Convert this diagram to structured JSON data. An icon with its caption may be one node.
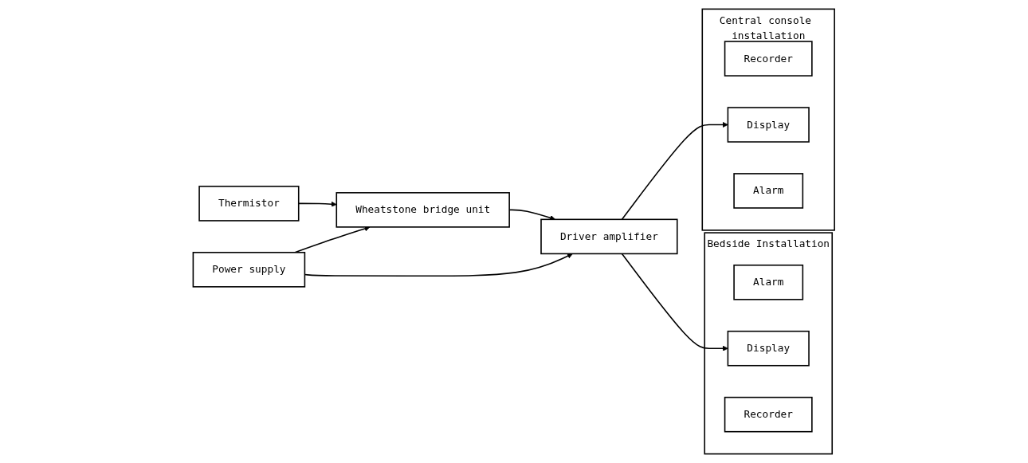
{
  "diagram": {
    "nodes": [
      {
        "text": [
          "Thermistor"
        ]
      },
      {
        "text": [
          "Wheatstone bridge unit"
        ]
      },
      {
        "text": [
          "Driver amplifier"
        ]
      },
      {
        "text": [
          "Power supply"
        ]
      },
      {
        "text": [
          "Bedside Installation"
        ]
      },
      {
        "text": [
          "Alarm"
        ],
        "in": 4
      },
      {
        "text": [
          "Display"
        ],
        "in": 4
      },
      {
        "text": [
          "Recorder"
        ],
        "in": 4
      },
      {
        "text": [
          "Central console installation"
        ]
      },
      {
        "text": [
          "Recorder"
        ],
        "in": 8
      },
      {
        "text": [
          "Display"
        ],
        "in": 8
      },
      {
        "text": [
          "Alarm"
        ],
        "in": 8
      }
    ],
    "edges": [
      {
        "from": 0,
        "to": 1,
        "arrow": "to"
      },
      {
        "from": 1,
        "to": 2,
        "arrow": "to"
      },
      {
        "from": 3,
        "to": 1,
        "arrow": "to"
      },
      {
        "from": 3,
        "to": 2,
        "arrow": "to"
      },
      {
        "from": 2,
        "to": 6,
        "arrow": "to"
      },
      {
        "from": 2,
        "to": 10,
        "arrow": "to"
      }
    ]
  }
}
